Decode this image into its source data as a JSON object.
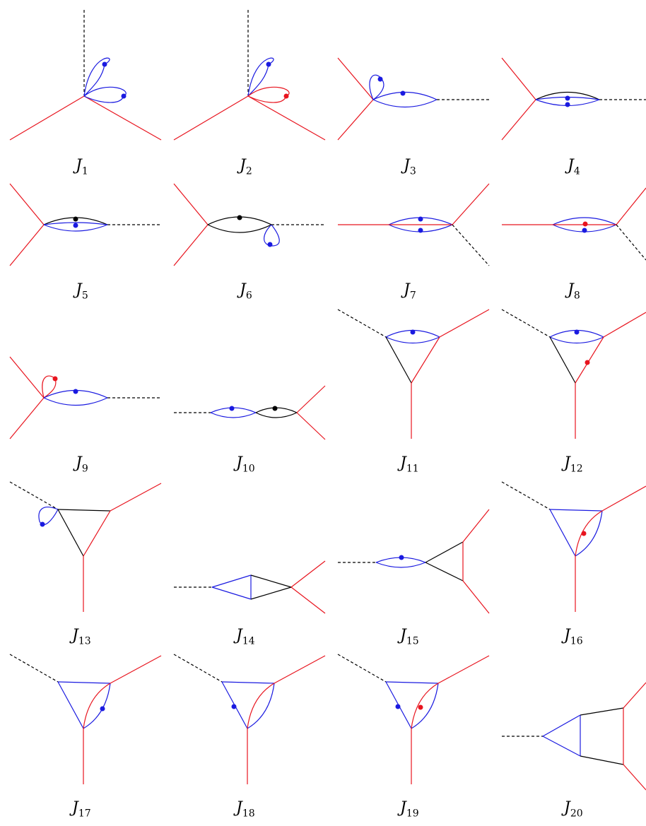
{
  "colors": {
    "red": "#e8141e",
    "blue": "#1a1ae0",
    "black": "#000000"
  },
  "integrals": [
    {
      "sym": "J",
      "idx": "1"
    },
    {
      "sym": "J",
      "idx": "2"
    },
    {
      "sym": "J",
      "idx": "3"
    },
    {
      "sym": "J",
      "idx": "4"
    },
    {
      "sym": "J",
      "idx": "5"
    },
    {
      "sym": "J",
      "idx": "6"
    },
    {
      "sym": "J",
      "idx": "7"
    },
    {
      "sym": "J",
      "idx": "8"
    },
    {
      "sym": "J",
      "idx": "9"
    },
    {
      "sym": "J",
      "idx": "10"
    },
    {
      "sym": "J",
      "idx": "11"
    },
    {
      "sym": "J",
      "idx": "12"
    },
    {
      "sym": "J",
      "idx": "13"
    },
    {
      "sym": "J",
      "idx": "14"
    },
    {
      "sym": "J",
      "idx": "15"
    },
    {
      "sym": "J",
      "idx": "16"
    },
    {
      "sym": "J",
      "idx": "17"
    },
    {
      "sym": "J",
      "idx": "18"
    },
    {
      "sym": "J",
      "idx": "19"
    },
    {
      "sym": "J",
      "idx": "20"
    }
  ]
}
